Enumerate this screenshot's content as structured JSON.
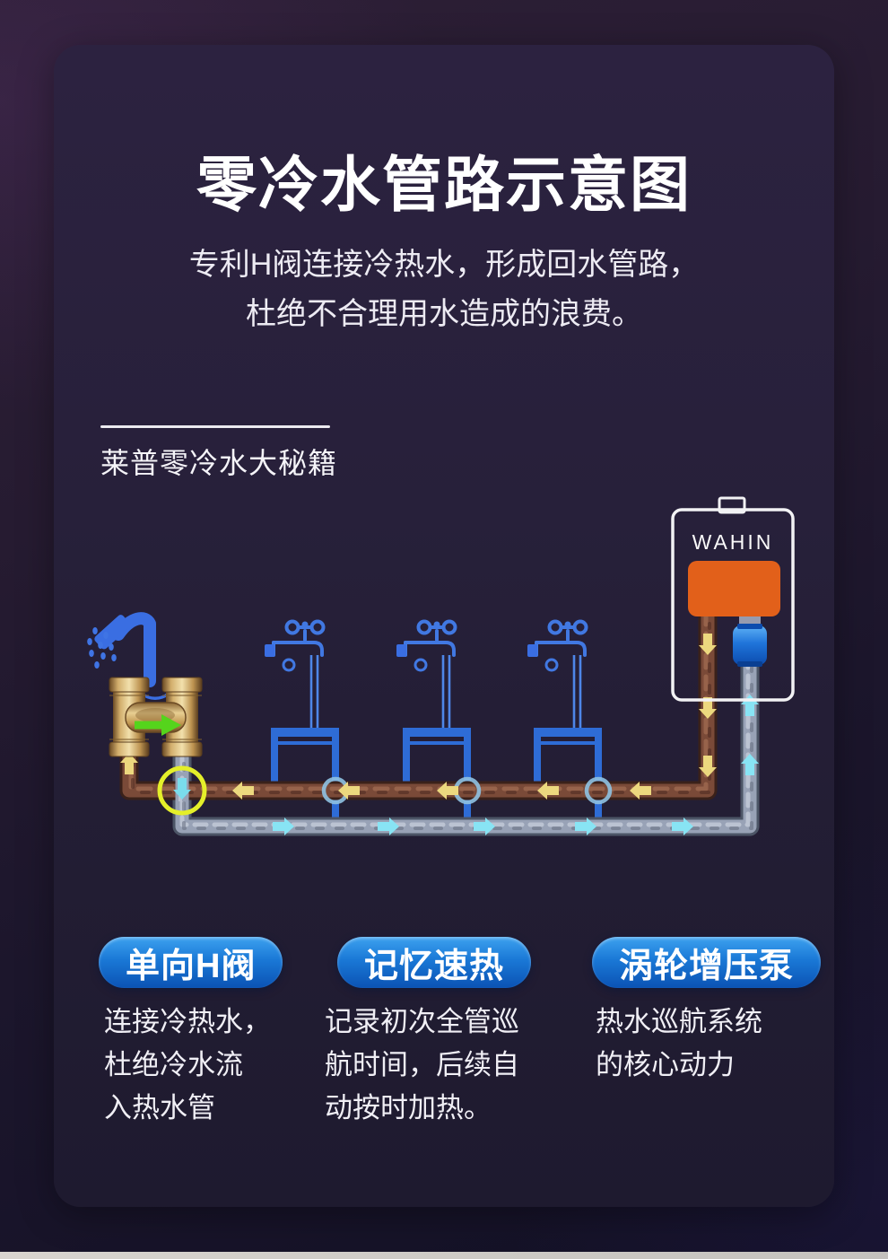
{
  "header": {
    "title": "零冷水管路示意图",
    "subtitle_line1": "专利H阀连接冷热水，形成回水管路，",
    "subtitle_line2": "杜绝不合理用水造成的浪费。"
  },
  "section": {
    "label": "莱普零冷水大秘籍"
  },
  "diagram": {
    "brand": "WAHIN",
    "colors": {
      "hot_pipe_brown": "#7a4a38",
      "return_pipe_grey": "#98a2b6",
      "fixture_blue": "#2e6cd6",
      "heater_orange": "#e2601a",
      "pump_blue": "#1b6ad0",
      "valve_brass": "#c9a35e",
      "hot_arrow_yellow": "#ecd87e",
      "return_arrow_cyan": "#88e4f4",
      "valve_arrow_green": "#55d41c",
      "highlight_ring_yellow": "#e4ef2a"
    }
  },
  "features": [
    {
      "badge": "单向H阀",
      "lines": [
        "连接冷热水，",
        "杜绝冷水流",
        "入热水管"
      ]
    },
    {
      "badge": "记忆速热",
      "lines": [
        "记录初次全管巡",
        "航时间，后续自",
        "动按时加热。"
      ]
    },
    {
      "badge": "涡轮增压泵",
      "lines": [
        "热水巡航系统",
        "的核心动力",
        ""
      ]
    }
  ]
}
